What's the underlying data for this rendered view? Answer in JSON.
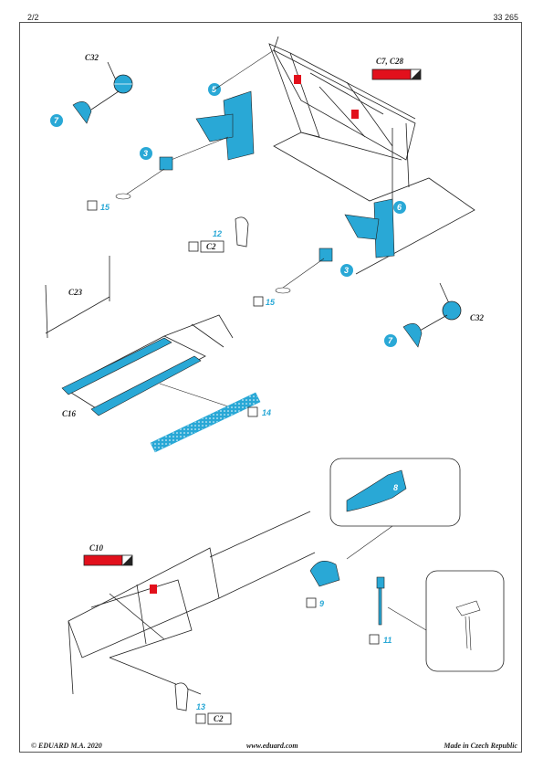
{
  "header": {
    "page": "2/2",
    "code": "33 265"
  },
  "footer": {
    "left": "© EDUARD  M.A. 2020",
    "center": "www.eduard.com",
    "right": "Made in Czech Republic"
  },
  "parts": {
    "c32_top": "C32",
    "c32_right": "C32",
    "c7c28": "C7, C28",
    "c23": "C23",
    "c16": "C16",
    "c10": "C10",
    "c2_a": "C2",
    "c2_b": "C2",
    "n7_top": "7",
    "n7_bottom": "7",
    "n5": "5",
    "n6": "6",
    "n3_top": "3",
    "n3_bottom": "3",
    "n15_top": "15",
    "n15_bottom": "15",
    "n12": "12",
    "n14": "14",
    "n8": "8",
    "n9": "9",
    "n11": "11",
    "n13": "13"
  },
  "colors": {
    "pe_blue": "#29a8d6",
    "paint_red": "#e2101c",
    "line": "#222222"
  }
}
